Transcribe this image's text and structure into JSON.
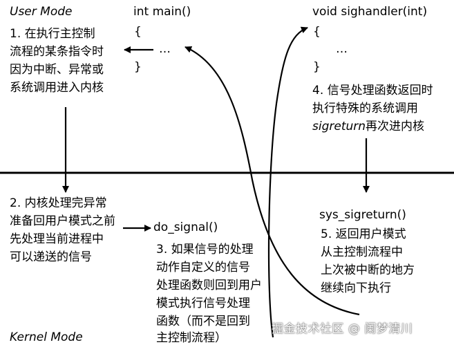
{
  "colors": {
    "background": "#ffffff",
    "ink": "#000000",
    "watermark": "#ffffff"
  },
  "mode_labels": {
    "user": "User Mode",
    "kernel": "Kernel Mode"
  },
  "code": {
    "main_title": "int main()",
    "main_open": "{",
    "main_body": "…",
    "main_close": "}",
    "handler_title": "void sighandler(int)",
    "handler_open": "{",
    "handler_body": "…",
    "handler_close": "}",
    "do_signal": "do_signal()",
    "sys_sigreturn": "sys_sigreturn()"
  },
  "steps": {
    "step1": [
      "1. 在执行主控制",
      "流程的某条指令时",
      "因为中断、异常或",
      "系统调用进入内核"
    ],
    "step2": [
      "2. 内核处理完异常",
      "准备回用户模式之前",
      "先处理当前进程中",
      "可以递送的信号"
    ],
    "step3": [
      "3. 如果信号的处理",
      "动作自定义的信号",
      "处理函数则回到用户",
      "模式执行信号处理",
      "函数（而不是回到",
      "主控制流程）"
    ],
    "step4_line1": "4. 信号处理函数返回时",
    "step4_line2": "执行特殊的系统调用",
    "step4_line3_italic": "sigreturn",
    "step4_line3_rest": "再次进内核",
    "step5": [
      "5. 返回用户模式",
      "从主控制流程中",
      "上次被中断的地方",
      "继续向下执行"
    ]
  },
  "watermark": "掘金技术社区 @ 阑梦清川"
}
